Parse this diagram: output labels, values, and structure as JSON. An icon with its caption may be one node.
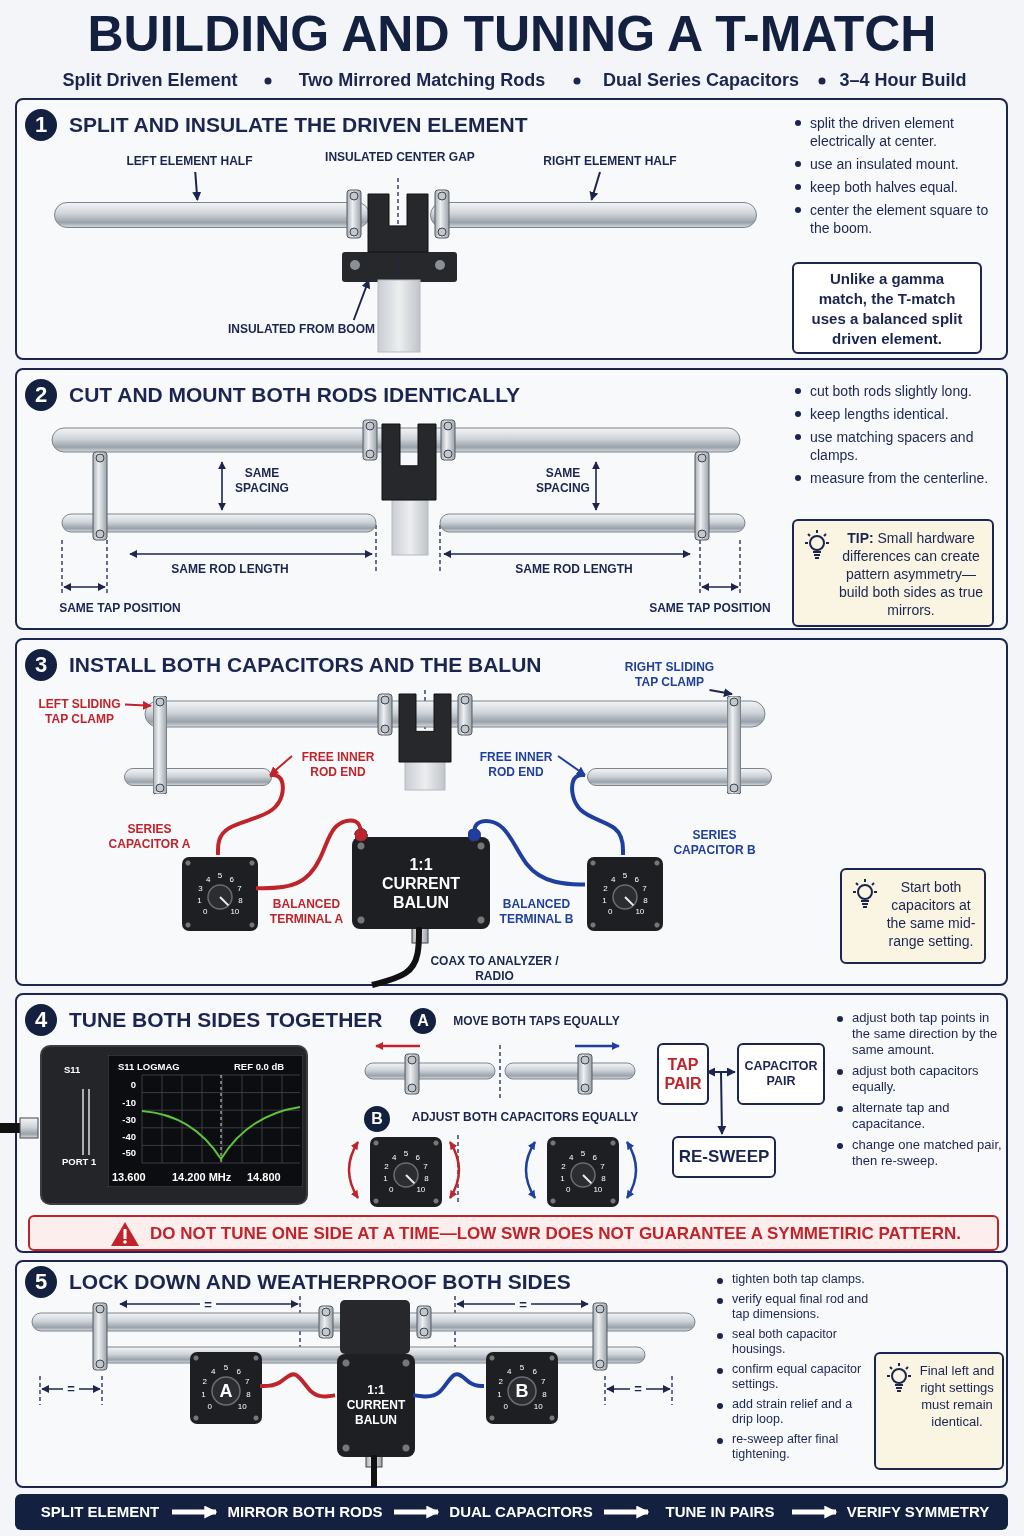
{
  "diagram": {
    "title": "BUILDING AND TUNING A T-MATCH",
    "nodes": [
      {
        "text": [
          "1",
          "SPLIT AND INSULATE THE DRIVEN ELEMENT",
          "split the driven element electrically at center.",
          "use an insulated mount.",
          "keep both halves equal.",
          "center the element square to the boom."
        ]
      },
      {
        "text": [
          "LEFT ELEMENT HALF"
        ],
        "in": 0
      },
      {
        "text": [
          "RIGHT ELEMENT HALF"
        ],
        "in": 0
      },
      {
        "text": [
          "INSULATED FROM BOOM"
        ],
        "in": 0
      },
      {
        "text": [
          "Unlike a gamma match, the T-match uses a balanced split driven element."
        ],
        "in": 0
      },
      {
        "text": [
          "2",
          "CUT AND MOUNT BOTH RODS IDENTICALLY",
          "cut both rods slightly long.",
          "keep lengths identical.",
          "use matching spacers and clamps.",
          "measure from the centerline."
        ]
      },
      {
        "text": [
          "**TIP:** Small hardware differences can create pattern asymmetry—build both sides as true mirrors."
        ],
        "in": 5
      },
      {
        "text": [
          "3",
          "INSTALL BOTH CAPACITORS AND THE BALUN"
        ]
      },
      {
        "text": [
          "LEFT SLIDING TAP CLAMP"
        ],
        "in": 7
      },
      {
        "text": [
          "RIGHT SLIDING TAP CLAMP"
        ],
        "in": 7
      },
      {
        "text": [
          "FREE INNER ROD END"
        ],
        "in": 7
      },
      {
        "text": [
          "FREE INNER ROD END"
        ],
        "in": 7
      },
      {
        "text": [
          "0",
          "1",
          "3",
          "4",
          "5",
          "6",
          "7",
          "8",
          "10"
        ],
        "in": 7,
        "beside": [
          "SERIES CAPACITOR A"
        ]
      },
      {
        "text": [
          "1:1 CURRENT BALUN"
        ],
        "in": 7,
        "beside": [
          "BALANCED TERMINAL A",
          "BALANCED TERMINAL B",
          "COAX TO ANALYZER / RADIO"
        ]
      },
      {
        "text": [
          "0",
          "1",
          "2",
          "4",
          "5",
          "6",
          "7",
          "8",
          "10"
        ],
        "in": 7,
        "beside": [
          "SERIES CAPACITOR B"
        ]
      },
      {
        "text": [
          "Start both capacitors at the same mid-range setting."
        ],
        "in": 7
      },
      {
        "text": [
          "4",
          "TUNE BOTH SIDES TOGETHER",
          "adjust both tap points in the same direction by the same amount.",
          "adjust both capacitors equally.",
          "alternate tap and capacitance.",
          "change one matched pair, then re-sweep."
        ]
      },
      {
        "text": [
          "S11",
          "PORT 1",
          "S11 LOGMAG",
          "REF 0.0 dB",
          "0",
          "-10",
          "-30",
          "-40",
          "-50",
          "13.600",
          "14.200 MHz",
          "14.800"
        ],
        "in": 16
      },
      {
        "text": [
          "0",
          "1",
          "2",
          "4",
          "5",
          "6",
          "7",
          "8",
          "10"
        ],
        "in": 16
      },
      {
        "text": [
          "0",
          "1",
          "2",
          "4",
          "5",
          "6",
          "7",
          "8",
          "10"
        ],
        "in": 16
      },
      {
        "text": [
          "TAP PAIR"
        ],
        "in": 16
      },
      {
        "text": [
          "CAPACITOR PAIR"
        ],
        "in": 16
      },
      {
        "text": [
          "RE-SWEEP"
        ],
        "in": 16
      },
      {
        "text": [
          "DO NOT TUNE ONE SIDE AT A TIME—LOW SWR DOES NOT GUARANTEE A SYMMETIRIC PATTERN."
        ],
        "in": 16
      },
      {
        "text": [
          "5",
          "LOCK DOWN AND WEATHERPROOF BOTH SIDES",
          "tighten both tap clamps.",
          "verify equal final rod and tap dimensions.",
          "seal both capacitor housings.",
          "confirm equal capacitor settings.",
          "add strain relief and a drip loop.",
          "re-sweep after final tightening."
        ]
      },
      {
        "text": [
          "A",
          "0",
          "1",
          "2",
          "4",
          "5",
          "6",
          "7",
          "8",
          "10"
        ],
        "in": 24
      },
      {
        "text": [
          "1:1 CURRENT BALUN"
        ],
        "in": 24
      },
      {
        "text": [
          "B",
          "0",
          "1",
          "2",
          "4",
          "5",
          "6",
          "7",
          "8",
          "10"
        ],
        "in": 24
      },
      {
        "text": [
          "Final left and right settings must remain identical."
        ],
        "in": 24
      },
      {
        "text": [],
        "shape": "bar"
      },
      {
        "text": [
          "SPLIT ELEMENT"
        ],
        "in": 29
      },
      {
        "text": [
          "MIRROR BOTH RODS"
        ],
        "in": 29
      },
      {
        "text": [
          "DUAL CAPACITORS"
        ],
        "in": 29
      },
      {
        "text": [
          "TUNE IN PAIRS"
        ],
        "in": 29
      },
      {
        "text": [
          "VERIFY SYMMETRY"
        ],
        "in": 29
      },
      {
        "text": [],
        "shape": "bar",
        "in": 0
      },
      {
        "text": [],
        "shape": "bar",
        "in": 0
      },
      {
        "text": [],
        "shape": "box",
        "in": 0
      },
      {
        "text": [],
        "shape": "box",
        "in": 7
      },
      {
        "text": [],
        "shape": "box",
        "in": 7
      },
      {
        "text": [],
        "shape": "bar",
        "in": 7
      },
      {
        "text": [],
        "shape": "bar",
        "in": 7
      }
    ],
    "edges": [
      {
        "from": 1,
        "to": 35,
        "arrow": "to"
      },
      {
        "from": 2,
        "to": 36,
        "arrow": "to"
      },
      {
        "from": 3,
        "to": 37,
        "arrow": "to"
      },
      {
        "from": 8,
        "to": 38,
        "arrow": "to",
        "color": "#c0242b"
      },
      {
        "from": 9,
        "to": 39,
        "arrow": "to"
      },
      {
        "from": 10,
        "to": 40,
        "arrow": "to",
        "color": "#c0242b"
      },
      {
        "from": 11,
        "to": 41,
        "arrow": "to",
        "color": "#1f3fa0"
      },
      {
        "from": 12,
        "to": 13,
        "arrow": "other",
        "color": "#c0242b"
      },
      {
        "from": 14,
        "to": 13,
        "arrow": "other",
        "color": "#1f3fa0"
      },
      {
        "from": 20,
        "to": 21,
        "arrow": "both"
      },
      {
        "from": 20,
        "to": 22,
        "arrow": "to"
      },
      {
        "from": 25,
        "to": 26,
        "arrow": "none",
        "color": "#c0242b"
      },
      {
        "from": 26,
        "to": 27,
        "arrow": "none",
        "color": "#1f3fa0"
      },
      {
        "from": 30,
        "to": 31,
        "arrow": "to",
        "color": "#ffffff"
      },
      {
        "from": 31,
        "to": 32,
        "arrow": "to",
        "color": "#ffffff"
      },
      {
        "from": 32,
        "to": 33,
        "arrow": "to",
        "color": "#ffffff"
      },
      {
        "from": 33,
        "to": 34,
        "arrow": "to",
        "color": "#ffffff"
      },
      {
        "from": 40,
        "to": 12,
        "arrow": "none",
        "color": "#c0242b"
      },
      {
        "from": 41,
        "to": 14,
        "arrow": "none",
        "color": "#1f3fa0"
      },
      {
        "from": 13,
        "to": null,
        "arrow": "none",
        "color": "#111111"
      },
      {
        "from": 26,
        "to": null,
        "arrow": "none",
        "color": "#111111"
      }
    ],
    "labels": [
      "Split Driven Element",
      "Two Mirrored Matching Rods",
      "Dual Series Capacitors",
      "3–4 Hour Build",
      "INSULATED CENTER GAP",
      "SAME SPACING",
      "SAME SPACING",
      "SAME ROD LENGTH",
      "SAME ROD LENGTH",
      "SAME TAP POSITION",
      "SAME TAP POSITION",
      "A",
      "MOVE BOTH TAPS EQUALLY",
      "B",
      "ADJUST BOTH CAPACITORS EQUALLY",
      "=",
      "=",
      "=",
      "="
    ]
  }
}
